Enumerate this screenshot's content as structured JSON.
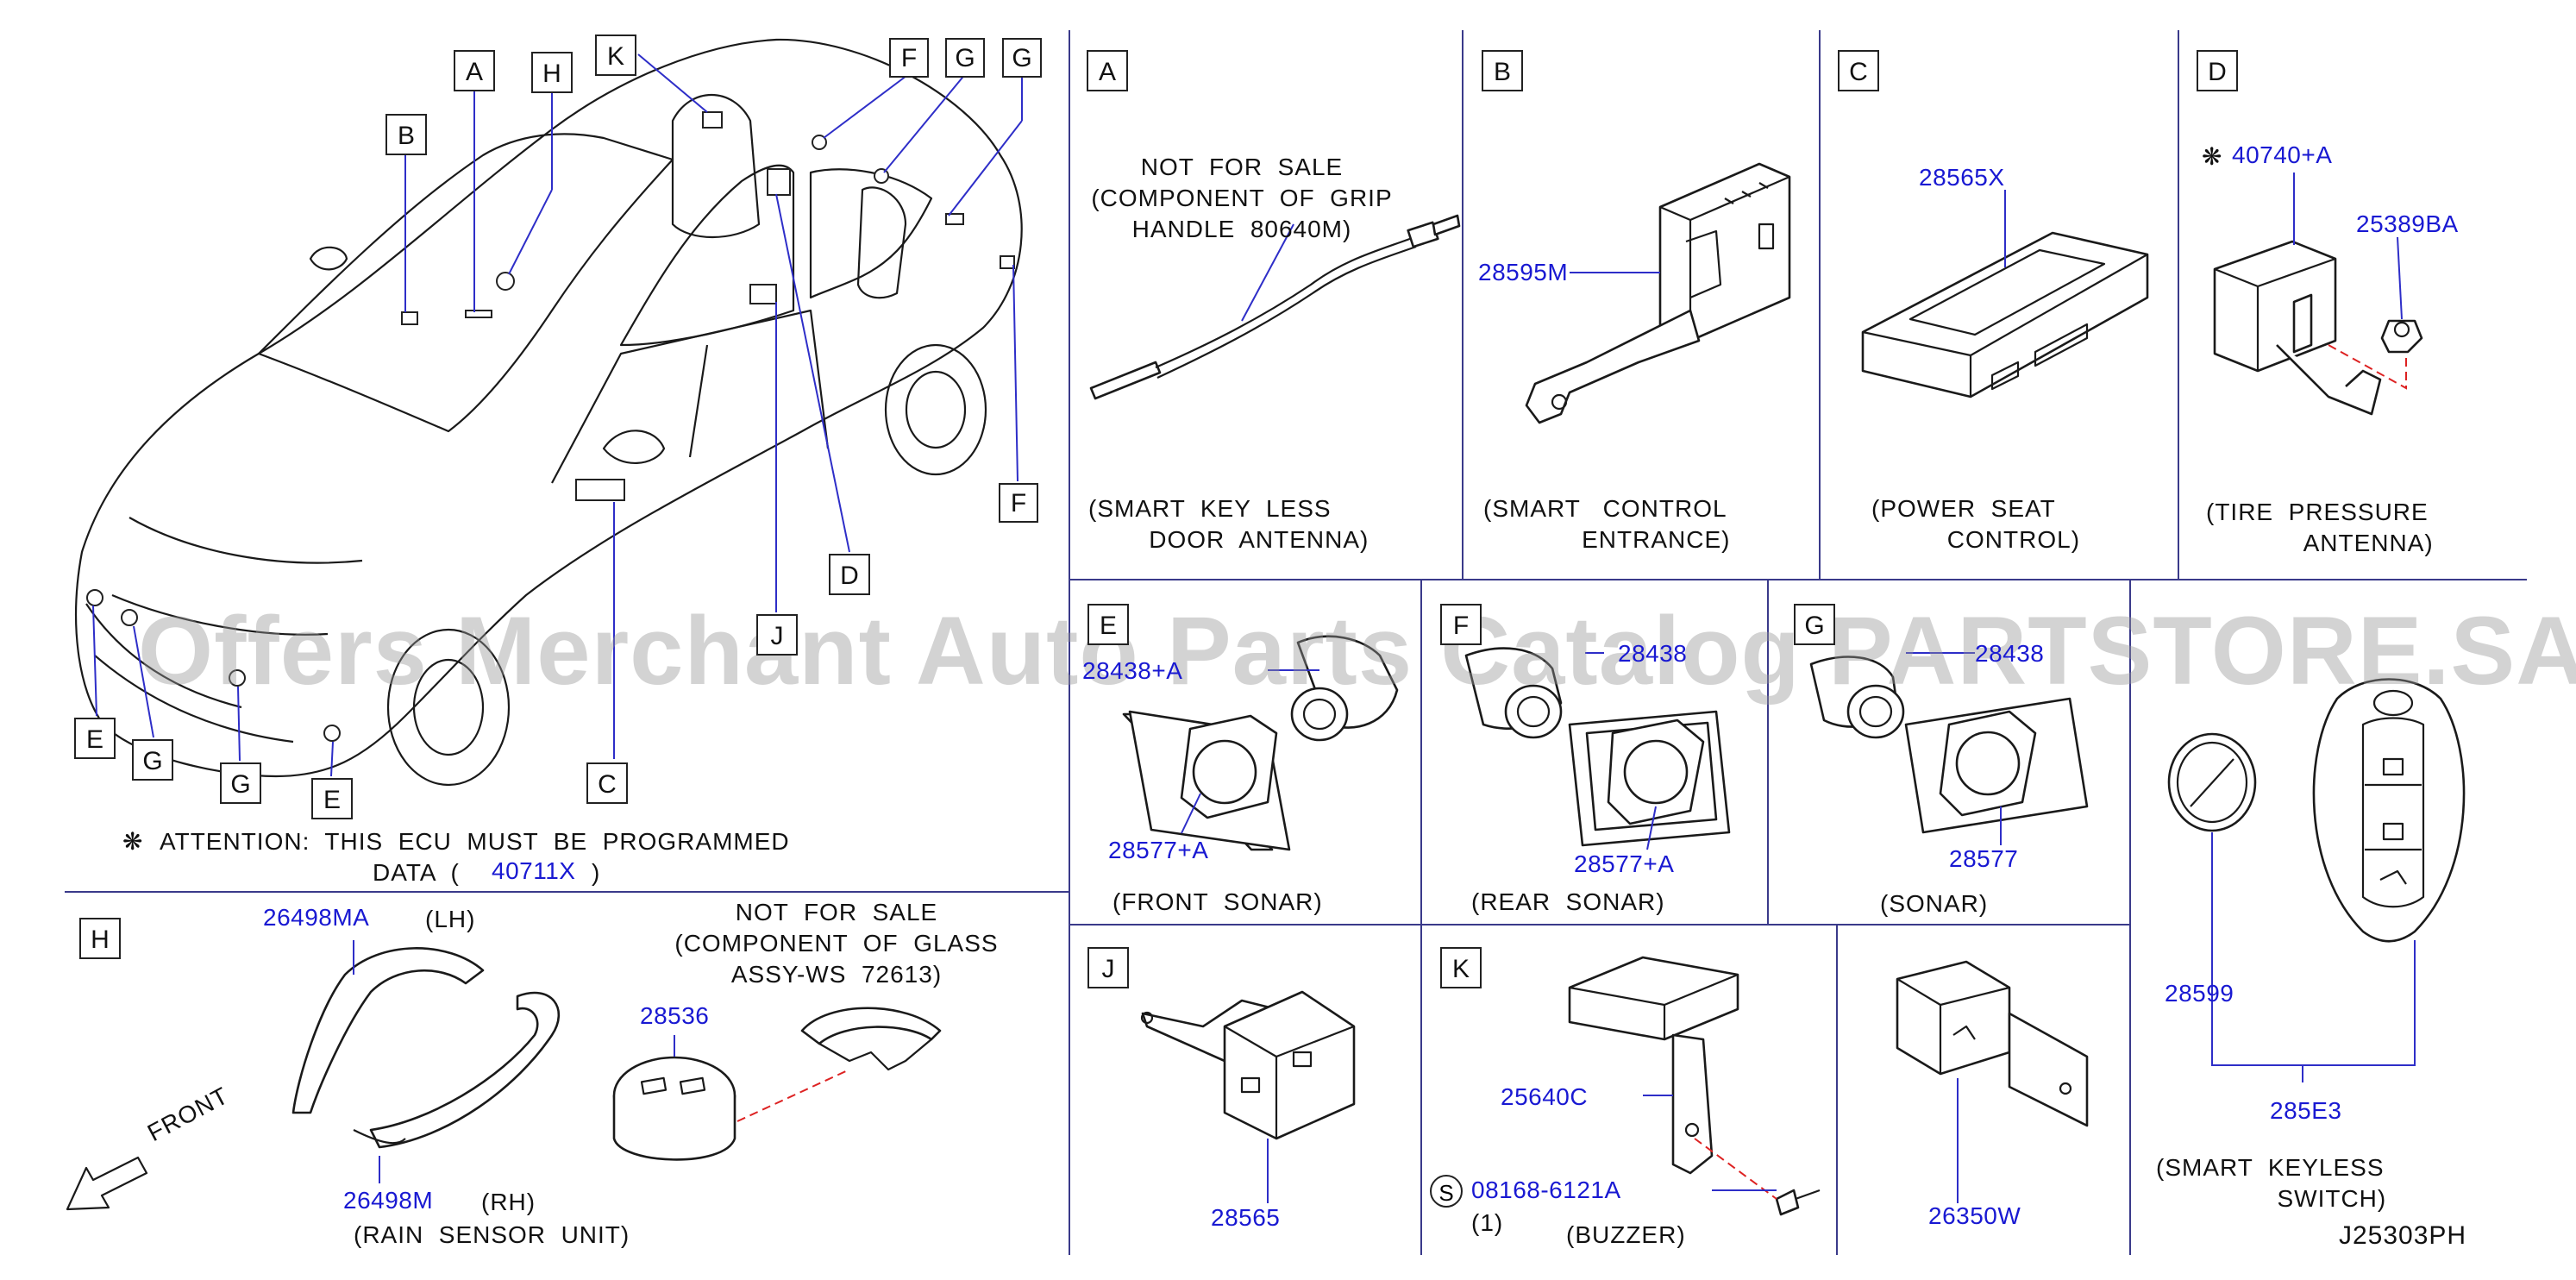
{
  "diagram_id": "J25303PH",
  "watermark": "Offers Merchant Auto Parts Catalog PARTSTORE.SA",
  "attention": {
    "symbol": "❋",
    "line1": "ATTENTION:  THIS  ECU  MUST  BE  PROGRAMMED",
    "line2_prefix": "DATA  (",
    "data_part": "40711X",
    "line2_suffix": ")"
  },
  "front_label": "FRONT",
  "car_callouts": [
    "A",
    "H",
    "K",
    "F",
    "G",
    "G",
    "B",
    "F",
    "D",
    "J",
    "C",
    "E",
    "G",
    "G",
    "E"
  ],
  "panels": {
    "A": {
      "letter": "A",
      "note": "NOT  FOR  SALE\n(COMPONENT  OF  GRIP\nHANDLE  80640M)",
      "caption": "(SMART  KEY  LESS\n        DOOR  ANTENNA)"
    },
    "B": {
      "letter": "B",
      "part": "28595M",
      "caption": "(SMART   CONTROL\n             ENTRANCE)"
    },
    "C": {
      "letter": "C",
      "part": "28565X",
      "caption": "(POWER  SEAT\n          CONTROL)"
    },
    "D": {
      "letter": "D",
      "part_marked": "40740+A",
      "part_marked_symbol": "❋",
      "part2": "25389BA",
      "caption": "(TIRE  PRESSURE\n             ANTENNA)"
    },
    "E": {
      "letter": "E",
      "part1": "28438+A",
      "part2": "28577+A",
      "caption": "(FRONT  SONAR)"
    },
    "F": {
      "letter": "F",
      "part1": "28438",
      "part2": "28577+A",
      "caption": "(REAR  SONAR)"
    },
    "G": {
      "letter": "G",
      "part1": "28438",
      "part2": "28577",
      "caption": "(SONAR)"
    },
    "H": {
      "letter": "H",
      "part_lh": "26498MA",
      "lh": "(LH)",
      "part_rh": "26498M",
      "rh": "(RH)",
      "caption": "(RAIN  SENSOR  UNIT)",
      "part_sensor": "28536",
      "note": "NOT  FOR  SALE\n(COMPONENT  OF  GLASS\nASSY-WS  72613)"
    },
    "J": {
      "letter": "J",
      "part": "28565"
    },
    "K": {
      "letter": "K",
      "part": "25640C",
      "bolt_symbol": "S",
      "bolt": "08168-6121A",
      "bolt_qty": "(1)",
      "caption": "(BUZZER)",
      "part_extra": "26350W"
    },
    "KEY": {
      "part_battery": "28599",
      "part_switch": "285E3",
      "caption": "(SMART  KEYLESS\n                SWITCH)"
    }
  }
}
